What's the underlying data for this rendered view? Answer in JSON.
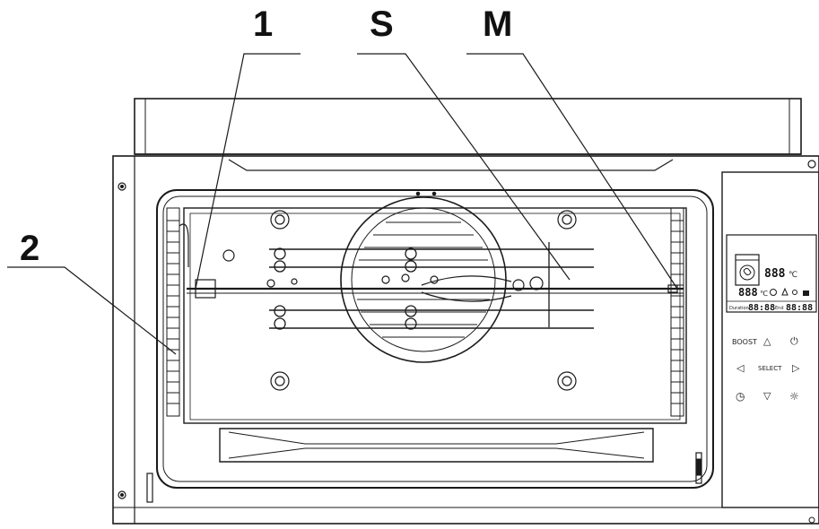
{
  "callouts": {
    "c1": "1",
    "cS": "S",
    "cM": "M",
    "c2": "2"
  },
  "control_panel": {
    "display": {
      "top_temp": "888",
      "top_unit": "℃",
      "bottom_temp": "888",
      "bottom_unit": "℃",
      "duration_label": "Duration",
      "duration_value": "88:88",
      "end_label": "End",
      "end_value": "88:88"
    },
    "buttons": {
      "boost": "BOOST",
      "up": "△",
      "power": "⏻",
      "left": "◁",
      "select": "SELECT",
      "right": "▷",
      "timer": "◷",
      "down": "▽",
      "light": "☼"
    }
  },
  "colors": {
    "line": "#1a1a1a",
    "background": "#ffffff"
  }
}
